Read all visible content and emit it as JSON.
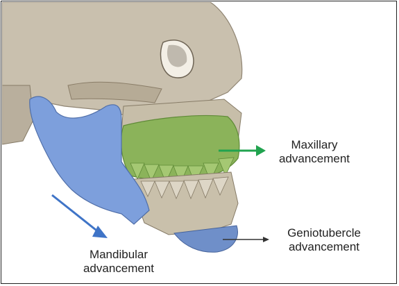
{
  "labels": {
    "maxillary": [
      "Maxillary",
      "advancement"
    ],
    "geniotubercle": [
      "Geniotubercle",
      "advancement"
    ],
    "mandibular": [
      "Mandibular",
      "advancement"
    ]
  },
  "colors": {
    "mandible": "#7d9fdc",
    "maxilla": "#8bb35a",
    "bone": "#c8bfae",
    "arrow_green": "#21a34f",
    "arrow_blue": "#3f74c7",
    "arrow_black": "#333333"
  }
}
